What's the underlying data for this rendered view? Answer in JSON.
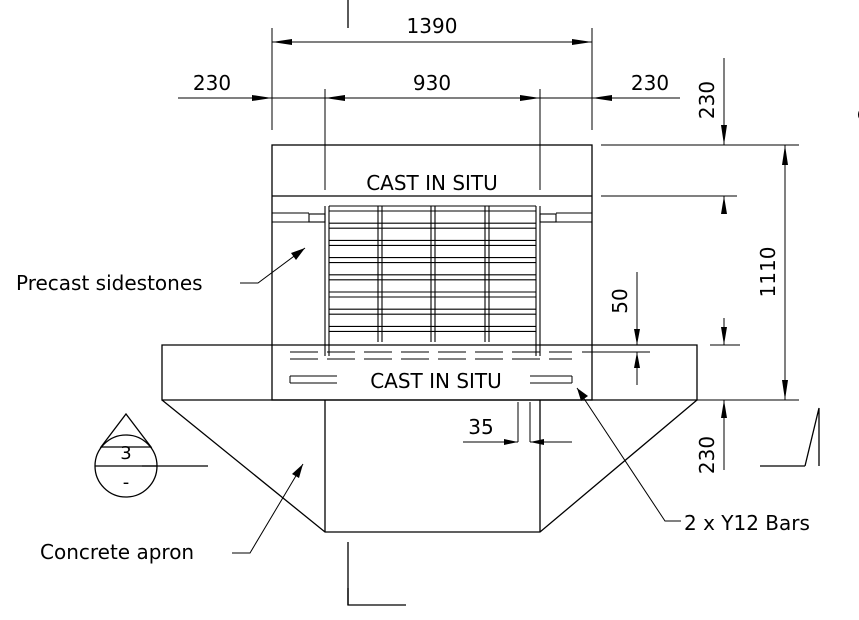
{
  "dimensions": {
    "overall_width": "1390",
    "left_edge": "230",
    "grating_width": "930",
    "right_edge": "230",
    "top_slab": "230",
    "overall_height": "1110",
    "bar_cover": "50",
    "bar_offset": "35",
    "bottom_slab": "230"
  },
  "labels": {
    "cast_in_situ_top": "CAST  IN  SITU",
    "cast_in_situ_bottom": "CAST  IN  SITU",
    "precast_sidestones": "Precast sidestones",
    "concrete_apron": "Concrete apron",
    "bars": "2 x Y12 Bars",
    "section_number": "3",
    "section_sheet": "-",
    "edge_glyph": "S"
  }
}
